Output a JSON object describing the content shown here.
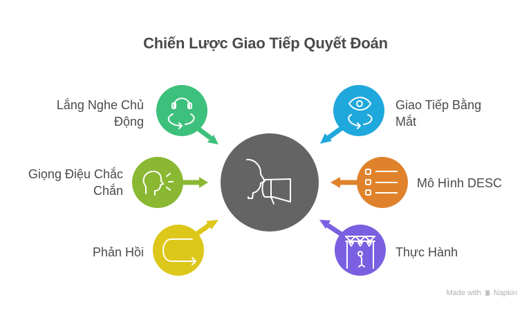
{
  "title": "Chiến Lược Giao Tiếp Quyết Đoán",
  "center": {
    "icon": "person-megaphone-icon",
    "color": "#646464"
  },
  "items": [
    {
      "label_line1": "Lắng Nghe Chủ",
      "label_line2": "Động",
      "icon": "headphones-person-icon",
      "color": "#3dc07c"
    },
    {
      "label_line1": "Giọng Điệu Chắc",
      "label_line2": "Chắn",
      "icon": "speaking-head-icon",
      "color": "#8ab833"
    },
    {
      "label_line1": "Phản Hồi",
      "label_line2": "",
      "icon": "u-turn-arrow-icon",
      "color": "#dcc71a"
    },
    {
      "label_line1": "Giao Tiếp Bằng",
      "label_line2": "Mắt",
      "icon": "eye-rotate-icon",
      "color": "#1fa8dc"
    },
    {
      "label_line1": "Mô Hình DESC",
      "label_line2": "",
      "icon": "checklist-icon",
      "color": "#e0822c"
    },
    {
      "label_line1": "Thực Hành",
      "label_line2": "",
      "icon": "stage-microphone-icon",
      "color": "#7a5fe0"
    }
  ],
  "footer": {
    "made_with": "Made with",
    "brand": "Napkin"
  }
}
